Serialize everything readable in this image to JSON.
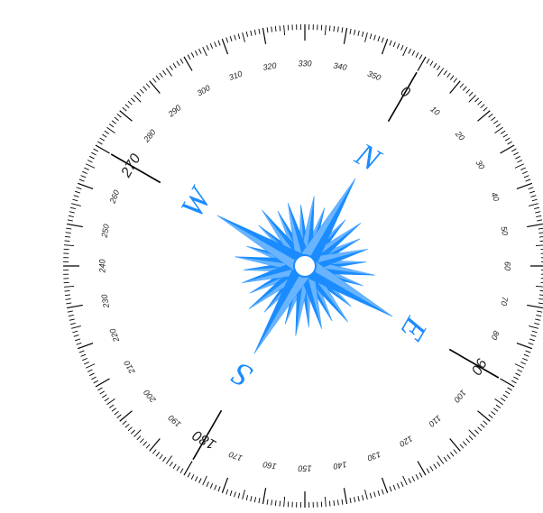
{
  "compass": {
    "ring_color": "#000000",
    "rose_color": "#1a8cff",
    "rotation_deg": 30,
    "cardinals": [
      {
        "label": "N",
        "bearing": 0
      },
      {
        "label": "E",
        "bearing": 90
      },
      {
        "label": "S",
        "bearing": 180
      },
      {
        "label": "W",
        "bearing": 270
      }
    ],
    "major_labels": [
      "0",
      "90",
      "180",
      "270"
    ],
    "minor_labels": [
      "10",
      "20",
      "30",
      "40",
      "50",
      "60",
      "70",
      "80",
      "100",
      "110",
      "120",
      "130",
      "140",
      "150",
      "160",
      "170",
      "190",
      "200",
      "210",
      "220",
      "230",
      "240",
      "250",
      "260",
      "280",
      "290",
      "300",
      "310",
      "320",
      "330",
      "340",
      "350"
    ]
  }
}
